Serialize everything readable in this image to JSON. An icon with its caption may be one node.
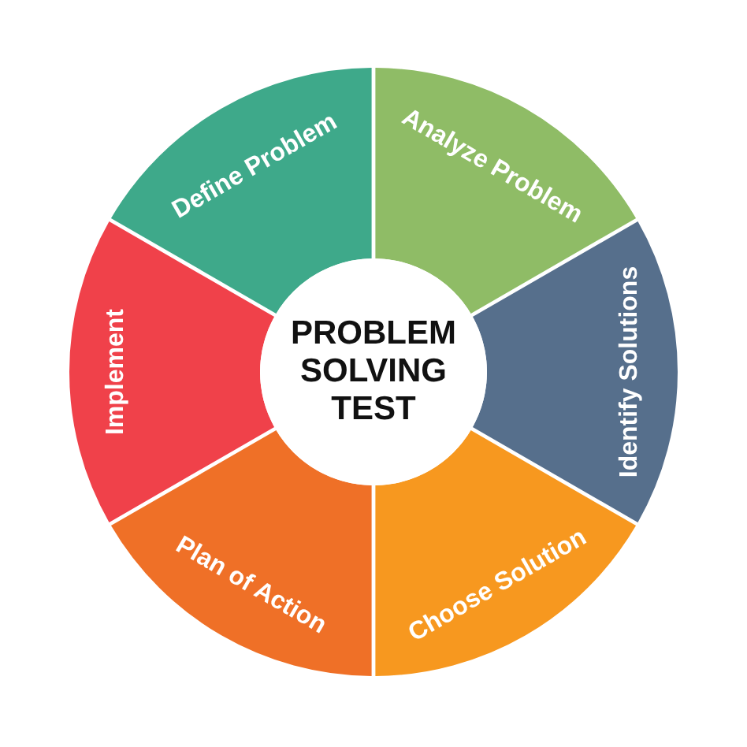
{
  "diagram": {
    "nodes": [
      {
        "text": [
          "PROBLEM SOLVING TEST"
        ]
      },
      {
        "text": [
          "Define Problem"
        ]
      },
      {
        "text": [
          "Analyze Problem"
        ]
      },
      {
        "text": [
          "Identify Solutions"
        ]
      },
      {
        "text": [
          "Choose Solution"
        ]
      },
      {
        "text": [
          "Plan of Action"
        ]
      },
      {
        "text": [
          "Implement"
        ]
      }
    ]
  }
}
